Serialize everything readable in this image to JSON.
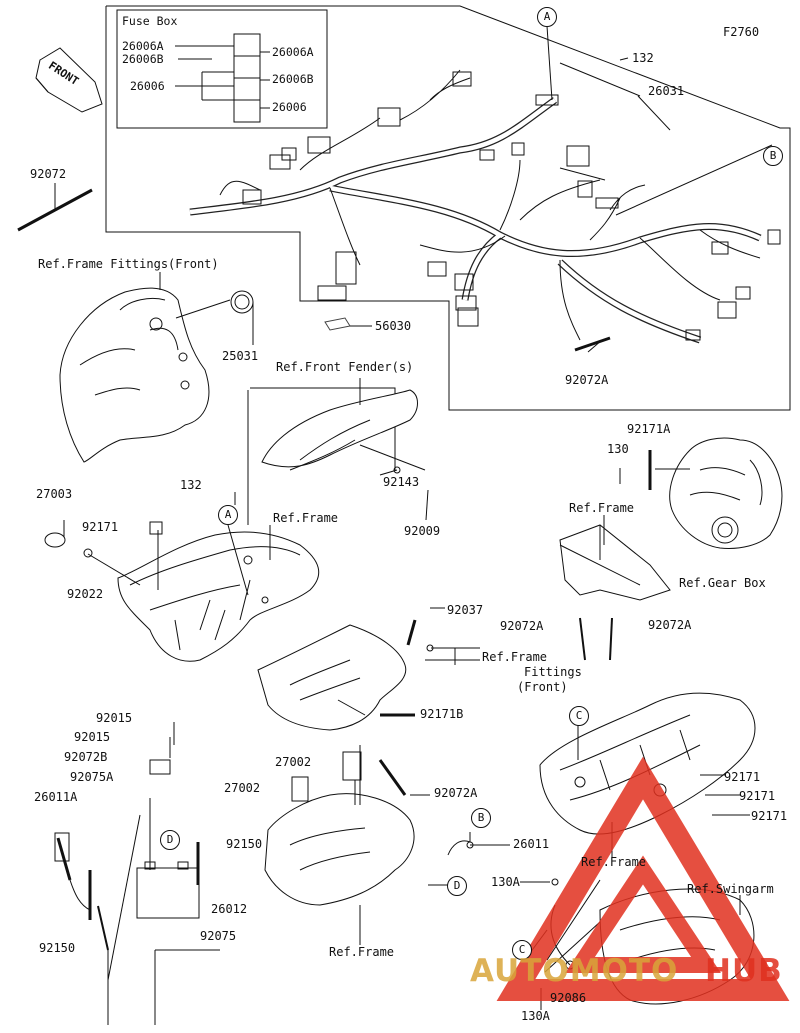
{
  "drawing_code": "F2760",
  "front_label": "FRONT",
  "fuse_box": {
    "title": "Fuse Box",
    "left_labels": [
      "26006A",
      "26006B",
      "26006"
    ],
    "right_labels": [
      "26006A",
      "26006B",
      "26006"
    ]
  },
  "callouts": {
    "a": "A",
    "b": "B",
    "c": "C",
    "d": "D"
  },
  "parts": {
    "p92072": "92072",
    "p132": "132",
    "p26031": "26031",
    "p56030": "56030",
    "p25031": "25031",
    "p92072A": "92072A",
    "p92171A": "92171A",
    "p130": "130",
    "p27003": "27003",
    "p92171": "92171",
    "p92022": "92022",
    "p92143": "92143",
    "p92009": "92009",
    "p92037": "92037",
    "p92171B": "92171B",
    "p92015": "92015",
    "p92072B": "92072B",
    "p92075A": "92075A",
    "p26011A": "26011A",
    "p27002": "27002",
    "p92150": "92150",
    "p26012": "26012",
    "p92075": "92075",
    "p26011": "26011",
    "p130A": "130A",
    "p92086": "92086"
  },
  "refs": {
    "frame_fittings_front": "Ref.Frame Fittings(Front)",
    "front_fender": "Ref.Front Fender(s)",
    "frame": "Ref.Frame",
    "gear_box": "Ref.Gear Box",
    "frame_fittings_a": "Ref.Frame",
    "frame_fittings_b": "Fittings",
    "frame_fittings_c": "(Front)",
    "swingarm": "Ref.Swingarm"
  },
  "watermark": {
    "left": "AUTOMOTO",
    "right": "HUB",
    "accent": "#e0301e",
    "text_color": "#d9a53a"
  }
}
